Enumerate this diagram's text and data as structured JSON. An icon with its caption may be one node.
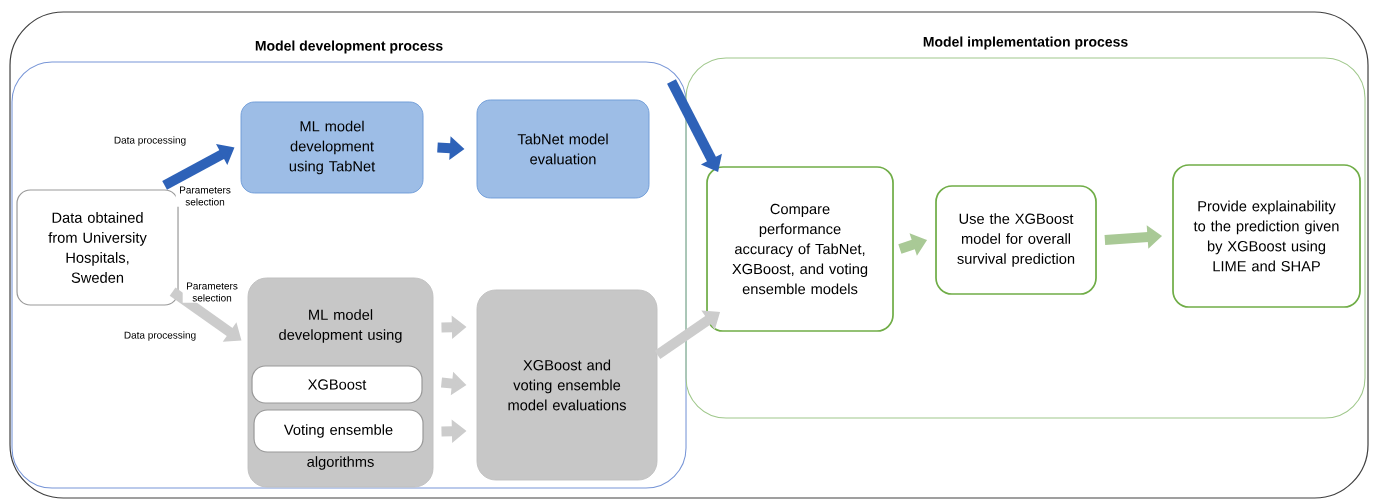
{
  "diagram": {
    "nodes": [
      {
        "text": [],
        "shape": "box"
      },
      {
        "text": [
          "Model development process"
        ],
        "in": 0
      },
      {
        "text": [
          "Model implementation process"
        ],
        "in": 0
      },
      {
        "text": [
          "Data obtained from University Hospitals, Sweden"
        ],
        "in": 1
      },
      {
        "text": [
          "ML model development using TabNet"
        ],
        "in": 1
      },
      {
        "text": [
          "TabNet model evaluation"
        ],
        "in": 1
      },
      {
        "text": [
          "ML model development using",
          "algorithms"
        ],
        "in": 1
      },
      {
        "text": [
          "XGBoost"
        ],
        "in": 6
      },
      {
        "text": [
          "Voting ensemble"
        ],
        "in": 6
      },
      {
        "text": [
          "XGBoost and voting ensemble model evaluations"
        ],
        "in": 1
      },
      {
        "text": [
          "Compare performance accuracy of TabNet, XGBoost, and voting ensemble models"
        ],
        "in": 2
      },
      {
        "text": [
          "Use the XGBoost model for overall survival prediction"
        ],
        "in": 2
      },
      {
        "text": [
          "Provide explainability to the prediction given by XGBoost using LIME and SHAP"
        ],
        "in": 2
      }
    ],
    "edges": [
      {
        "from": 3,
        "to": 4,
        "arrow": "to",
        "label": "Data processing",
        "color": "#2e62b8"
      },
      {
        "from": 4,
        "to": 5,
        "arrow": "to",
        "color": "#2e62b8"
      },
      {
        "from": 5,
        "to": 10,
        "arrow": "to",
        "color": "#2e62b8"
      },
      {
        "from": 3,
        "to": 6,
        "arrow": "to",
        "label": "Data processing",
        "color": "#cccccc"
      },
      {
        "from": 6,
        "to": 9,
        "arrow": "to",
        "color": "#cccccc"
      },
      {
        "from": 6,
        "to": 9,
        "arrow": "to",
        "color": "#cccccc"
      },
      {
        "from": 6,
        "to": 9,
        "arrow": "to",
        "color": "#cccccc"
      },
      {
        "from": 9,
        "to": 10,
        "arrow": "to",
        "color": "#cccccc"
      },
      {
        "from": 10,
        "to": 11,
        "arrow": "to",
        "color": "#a9c996"
      },
      {
        "from": 11,
        "to": 12,
        "arrow": "to",
        "color": "#a9c996"
      }
    ],
    "labels": [
      "Parameters selection",
      "Parameters selection"
    ]
  }
}
